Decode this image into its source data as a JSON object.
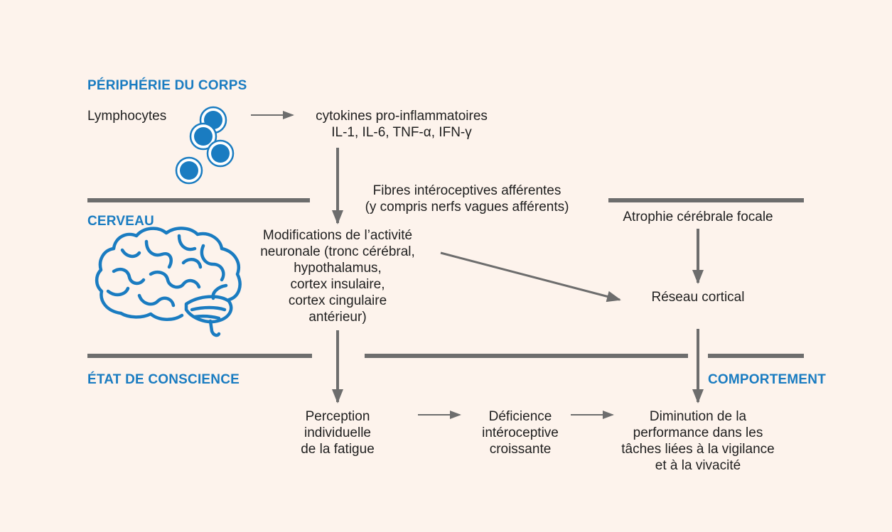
{
  "sections": {
    "periphery": "PÉRIPHÉRIE DU CORPS",
    "brain": "CERVEAU",
    "consciousness": "ÉTAT DE CONSCIENCE",
    "behavior": "COMPORTEMENT"
  },
  "nodes": {
    "lymphocytes": "Lymphocytes",
    "cytokines_line1": "cytokines pro-inflammatoires",
    "cytokines_line2": "IL-1, IL-6, TNF-α, IFN-γ",
    "fibres_line1": "Fibres intéroceptives afférentes",
    "fibres_line2": "(y compris nerfs vagues afférents)",
    "neuronal_lines": [
      "Modifications de l’activité",
      "neuronale (tronc cérébral,",
      "hypothalamus,",
      "cortex insulaire,",
      "cortex cingulaire",
      "antérieur)"
    ],
    "atrophy": "Atrophie cérébrale focale",
    "cortical_network": "Réseau cortical",
    "perception_lines": [
      "Perception",
      "individuelle",
      "de la fatigue"
    ],
    "deficiency_lines": [
      "Déficience",
      "intéroceptive",
      "croissante"
    ],
    "performance_lines": [
      "Diminution de la",
      "performance dans les",
      "tâches liées à la vigilance",
      "et à la vivacité"
    ]
  },
  "colors": {
    "background": "#fdf3ec",
    "accent": "#1a7cc1",
    "arrow": "#6d6d6d",
    "text": "#1f1f1f"
  },
  "icons": [
    "lymphocyte-cells-icon",
    "brain-icon"
  ]
}
